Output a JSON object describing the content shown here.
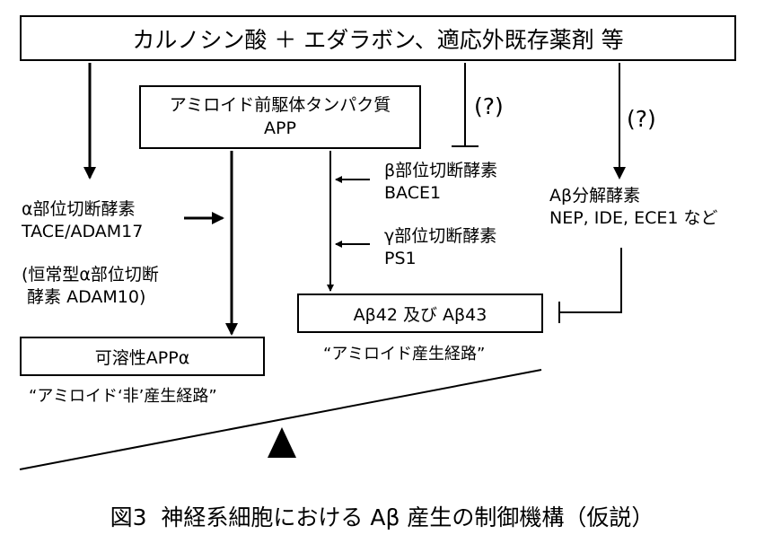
{
  "top_box": "カルノシン酸 ＋ エダラボン、適応外既存薬剤 等",
  "app_box": {
    "line1": "アミロイド前駆体タンパク質",
    "line2": "APP"
  },
  "question_left": "(?)",
  "question_right": "(?)",
  "beta_enzyme": {
    "line1": "β部位切断酵素",
    "line2": "BACE1"
  },
  "gamma_enzyme": {
    "line1": "γ部位切断酵素",
    "line2": "PS1"
  },
  "alpha_enzyme": {
    "line1": "α部位切断酵素",
    "line2": "TACE/ADAM17"
  },
  "alpha_constitutive": {
    "line1": "(恒常型α部位切断",
    "line2": " 酵素 ADAM10)"
  },
  "degrading_enzyme": {
    "line1": "Aβ分解酵素",
    "line2": "NEP, IDE, ECE1 など"
  },
  "abeta_box": "Aβ42 及び Aβ43",
  "soluble_box": "可溶性APPα",
  "amyloidogenic_label": "“アミロイド産生経路”",
  "non_amyloidogenic_label": "“アミロイド‘非’産生経路”",
  "caption": "図3  神経系細胞における Aβ 産生の制御機構（仮説）"
}
